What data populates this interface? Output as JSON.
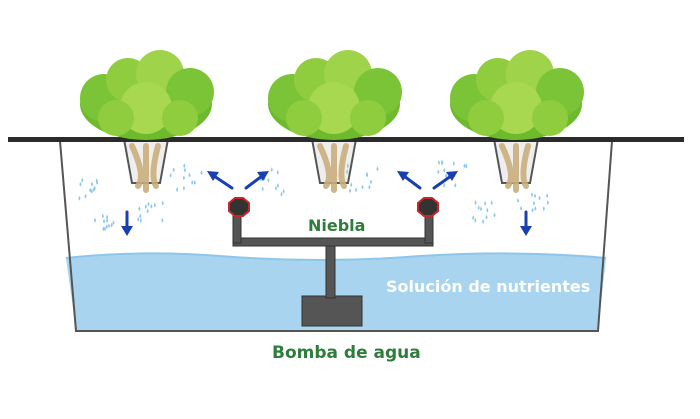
{
  "labels": {
    "mist": "Niebla",
    "nutrient_solution": "Solución de nutrientes",
    "water_pump": "Bomba de agua"
  },
  "colors": {
    "label_green": "#2e7d3c",
    "label_white": "#ffffff",
    "water": "#a8d4ef",
    "water_surface": "#8ec6ea",
    "tank_outline": "#555555",
    "lid": "#2b2b2b",
    "pipe": "#555555",
    "nozzle": "#333333",
    "nozzle_ring": "#c62828",
    "mist_droplets": "#8ec9ea",
    "arrows": "#1a3fb0",
    "lettuce_dark": "#6dba2d",
    "lettuce_light": "#9fd34a",
    "net_pot": "#eeeeee",
    "roots": "#d8c29a"
  },
  "icons": [
    "lettuce-plant-icon",
    "net-pot-icon",
    "roots-icon",
    "mist-nozzle-icon",
    "water-droplet-icon",
    "arrow-icon"
  ]
}
